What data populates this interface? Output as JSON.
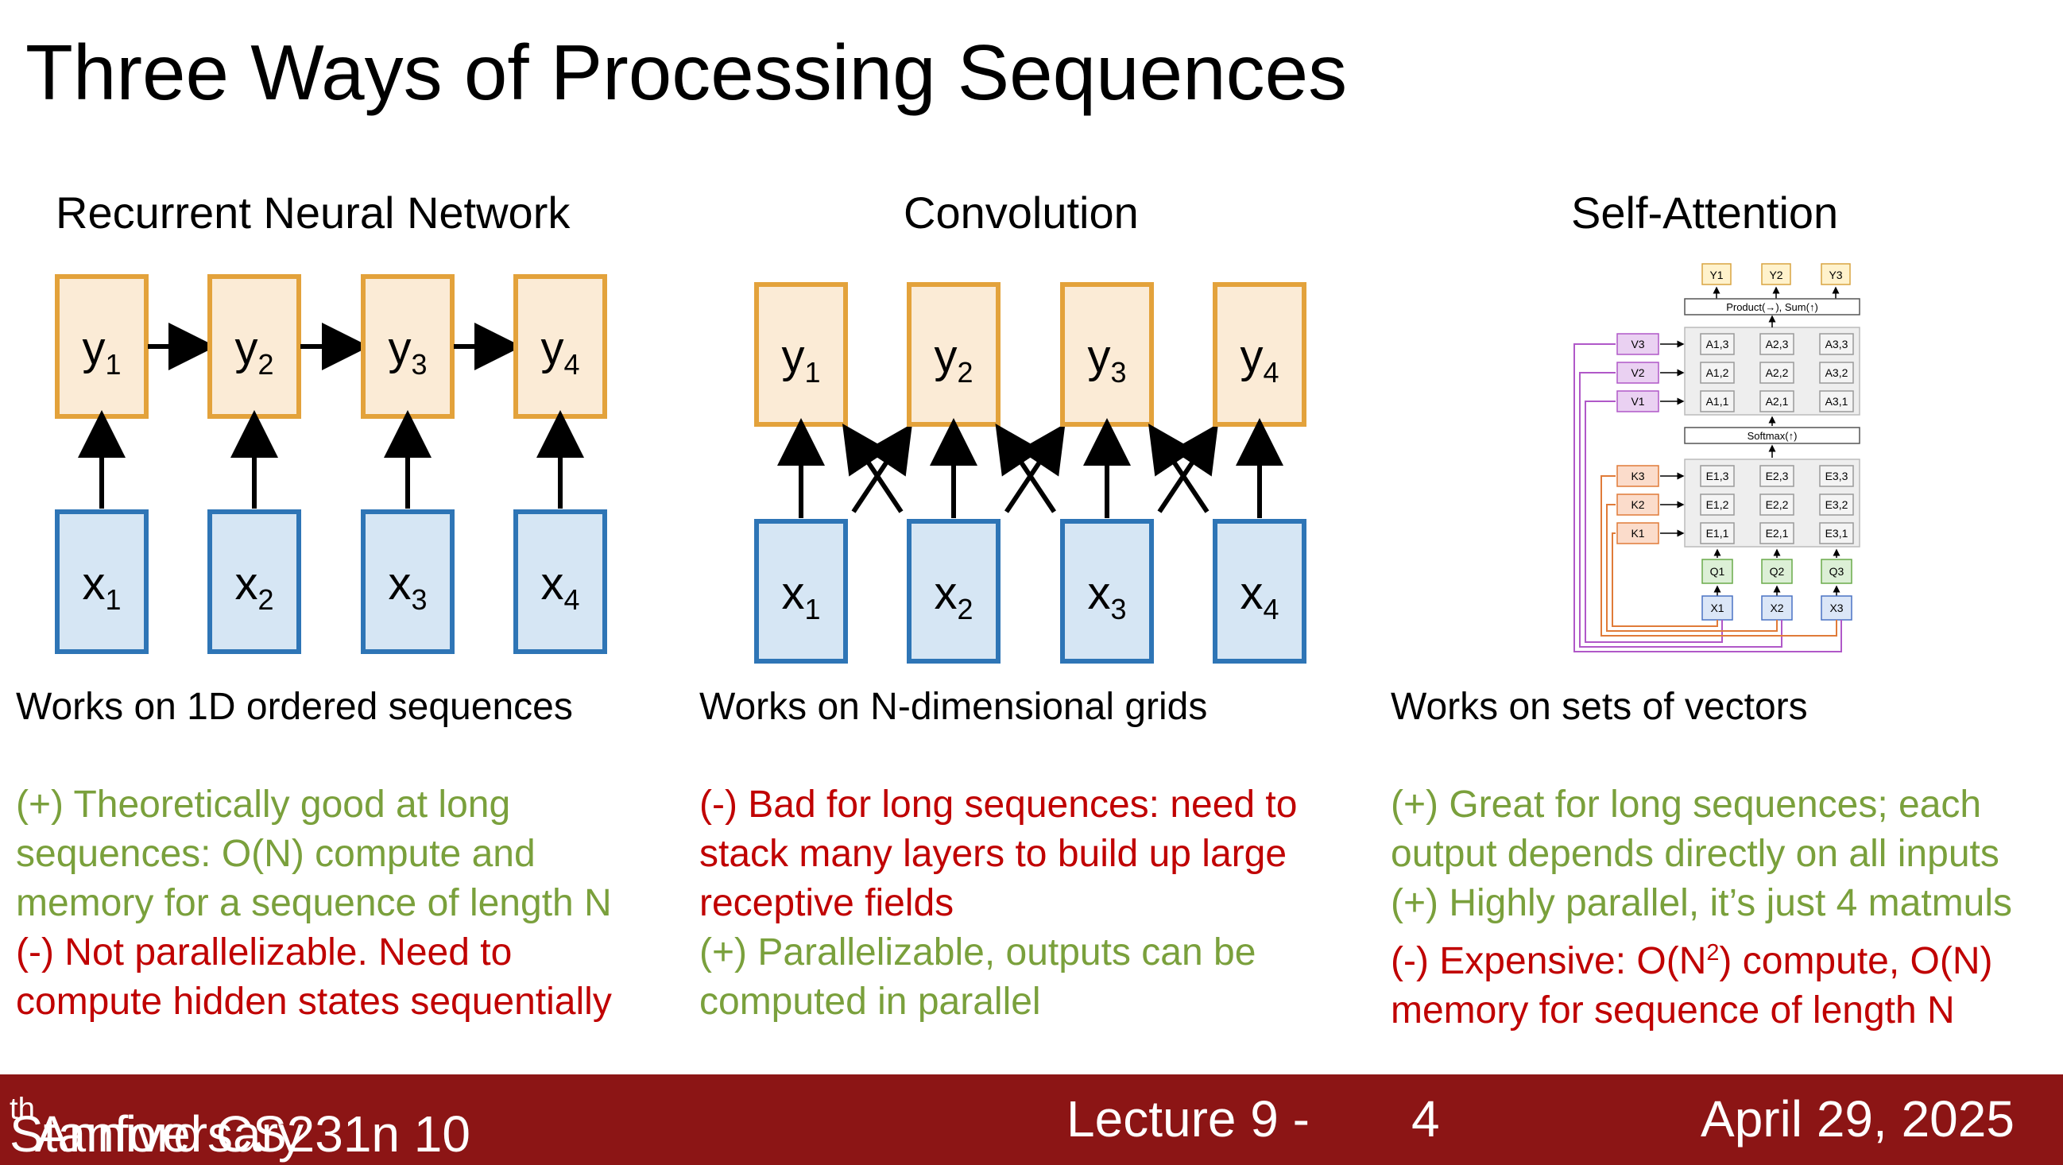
{
  "title": "Three Ways of Processing Sequences",
  "panels": [
    {
      "title": "Recurrent Neural Network",
      "outputs": [
        "y",
        "y",
        "y",
        "y"
      ],
      "inputs": [
        "x",
        "x",
        "x",
        "x"
      ],
      "subscripts": [
        "1",
        "2",
        "3",
        "4"
      ],
      "description": "Works on 1D ordered sequences",
      "notes": [
        {
          "lines": [
            "(+) Theoretically good at long",
            "sequences: O(N) compute and",
            "memory for a sequence of length N"
          ],
          "color": "#7aa03c"
        },
        {
          "lines": [
            "(-) Not parallelizable. Need to",
            "compute hidden states sequentially"
          ],
          "color": "#c00000"
        }
      ]
    },
    {
      "title": "Convolution",
      "outputs": [
        "y",
        "y",
        "y",
        "y"
      ],
      "inputs": [
        "x",
        "x",
        "x",
        "x"
      ],
      "subscripts": [
        "1",
        "2",
        "3",
        "4"
      ],
      "description": "Works on N-dimensional grids",
      "notes": [
        {
          "lines": [
            "(-) Bad for long sequences: need to",
            "stack many layers to build up large",
            "receptive fields"
          ],
          "color": "#c00000"
        },
        {
          "lines": [
            "(+) Parallelizable, outputs can be",
            "computed in parallel"
          ],
          "color": "#7aa03c"
        }
      ]
    },
    {
      "title": "Self-Attention",
      "description": "Works on sets of vectors",
      "notes": [
        {
          "lines": [
            "(+) Great for long sequences; each",
            "output depends directly on all inputs",
            "(+) Highly parallel, it’s just 4 matmuls"
          ],
          "color": "#7aa03c"
        },
        {
          "lines_pre": "(-) Expensive: O(N",
          "lines_sup": "2",
          "lines_post": ") compute, O(N)",
          "line2": "memory for sequence of length N",
          "color": "#c00000"
        }
      ]
    }
  ],
  "attention_diagram": {
    "y_labels": [
      "Y1",
      "Y2",
      "Y3"
    ],
    "product_label": "Product(→), Sum(↑)",
    "softmax_label": "Softmax(↑)",
    "v_labels": [
      "V3",
      "V2",
      "V1"
    ],
    "k_labels": [
      "K3",
      "K2",
      "K1"
    ],
    "q_labels": [
      "Q1",
      "Q2",
      "Q3"
    ],
    "x_labels": [
      "X1",
      "X2",
      "X3"
    ],
    "a_grid": [
      [
        "A1,3",
        "A2,3",
        "A3,3"
      ],
      [
        "A1,2",
        "A2,2",
        "A3,2"
      ],
      [
        "A1,1",
        "A2,1",
        "A3,1"
      ]
    ],
    "e_grid": [
      [
        "E1,3",
        "E2,3",
        "E3,3"
      ],
      [
        "E1,2",
        "E2,2",
        "E3,2"
      ],
      [
        "E1,1",
        "E2,1",
        "E3,1"
      ]
    ]
  },
  "footer": {
    "course_pre": "Stanford CS231n 10",
    "course_sup": "th",
    "course_post": " Anniversary",
    "lecture": "Lecture 9 -",
    "page": "4",
    "date": "April 29, 2025"
  },
  "colors": {
    "orange_fill": "#fbebd6",
    "orange_stroke": "#e3a23b",
    "blue_fill": "#d6e6f4",
    "blue_stroke": "#2e75b6",
    "footer_bg": "#8c1515"
  }
}
